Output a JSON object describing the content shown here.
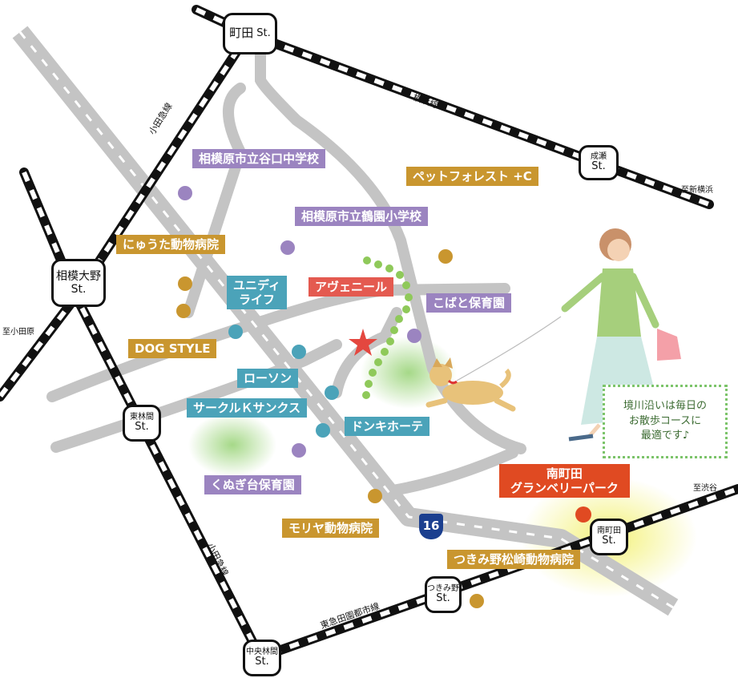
{
  "stations": {
    "machida": {
      "name": "町田",
      "suffix": "St."
    },
    "naruse": {
      "name": "成瀬",
      "suffix": "St."
    },
    "sagami_ono": {
      "name": "相模大野",
      "suffix": "St."
    },
    "tokaichiba": {
      "name": "東林間",
      "suffix": "St."
    },
    "minami_machida": {
      "name": "南町田",
      "suffix": "St."
    },
    "tsukimino": {
      "name": "つきみ野",
      "suffix": "St."
    },
    "chuo_rinkan": {
      "name": "中央林間",
      "suffix": "St."
    }
  },
  "lines": {
    "odakyu_top": "小田急線",
    "odakyu_bottom": "小田急線",
    "yokohama": "横浜線",
    "denentoshi": "東急田園都市線"
  },
  "directions": {
    "shin_yokohama": "至新横浜",
    "odawara": "至小田原",
    "shibuya": "至渋谷"
  },
  "route_number": "16",
  "places": {
    "taniguchi_jhs": "相模原市立谷口中学校",
    "tsurunosono_es": "相模原市立鶴園小学校",
    "pet_forest": "ペットフォレスト +C",
    "nyuta": "にゅうた動物病院",
    "dog_style": "DOG STYLE",
    "unidy_1": "ユニディ",
    "unidy_2": "ライフ",
    "avenir": "アヴェニール",
    "kobato": "こばと保育園",
    "lawson": "ローソン",
    "circle_k": "サークルＫサンクス",
    "donki": "ドンキホーテ",
    "kunugidai": "くぬぎ台保育園",
    "moriya": "モリヤ動物病院",
    "grandberry_1": "南町田",
    "grandberry_2": "グランベリーパーク",
    "tsukimino_matsuzaki": "つきみ野松崎動物病院"
  },
  "note": {
    "line1": "境川沿いは毎日の",
    "line2": "お散歩コースに",
    "line3": "最適です♪"
  },
  "colors": {
    "purple": "#9b84c0",
    "gold": "#c9962f",
    "teal": "#4ba3b9",
    "red": "#e45a50",
    "orange": "#e04a22",
    "road": "#c4c4c4"
  }
}
